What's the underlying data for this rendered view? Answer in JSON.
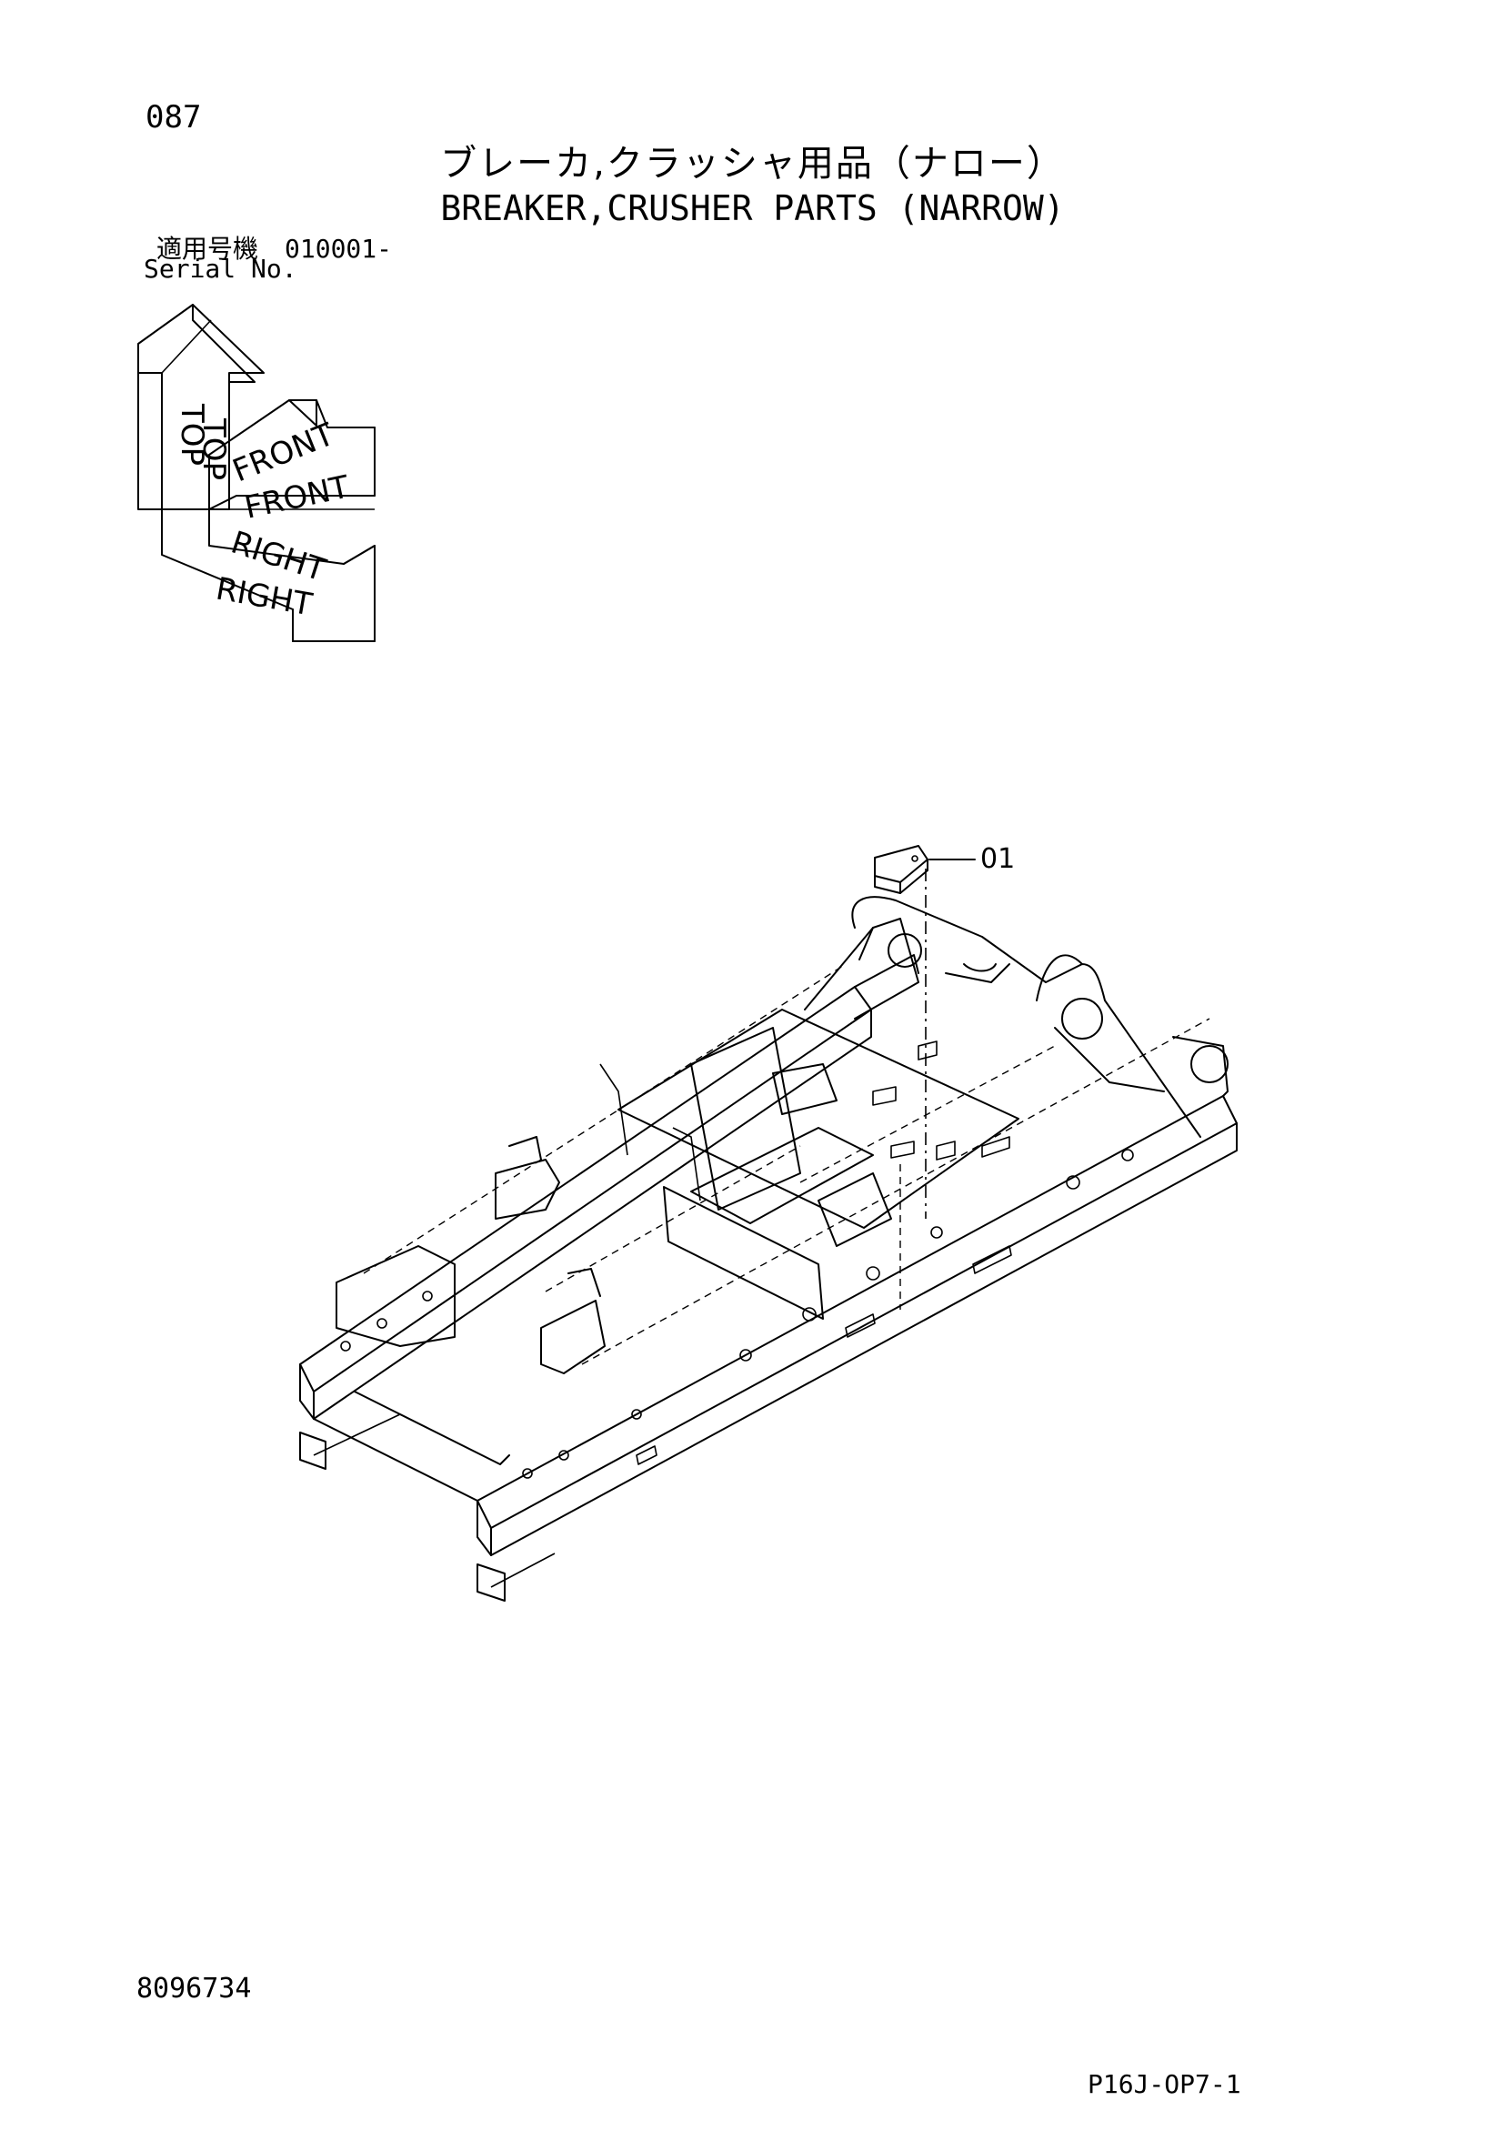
{
  "header": {
    "page_number": "087",
    "title_jp": "ブレーカ,クラッシャ用品（ナロー）",
    "title_en": "BREAKER,CRUSHER PARTS (NARROW)"
  },
  "serial": {
    "label_jp": "適用号機",
    "value": "010001-",
    "label_en": "Serial No."
  },
  "orientation": {
    "top_label": "TOP",
    "front_label": "FRONT",
    "right_label": "RIGHT"
  },
  "callout": {
    "label": "01"
  },
  "footer": {
    "drawing_code": "8096734",
    "page_code": "P16J-OP7-1"
  }
}
